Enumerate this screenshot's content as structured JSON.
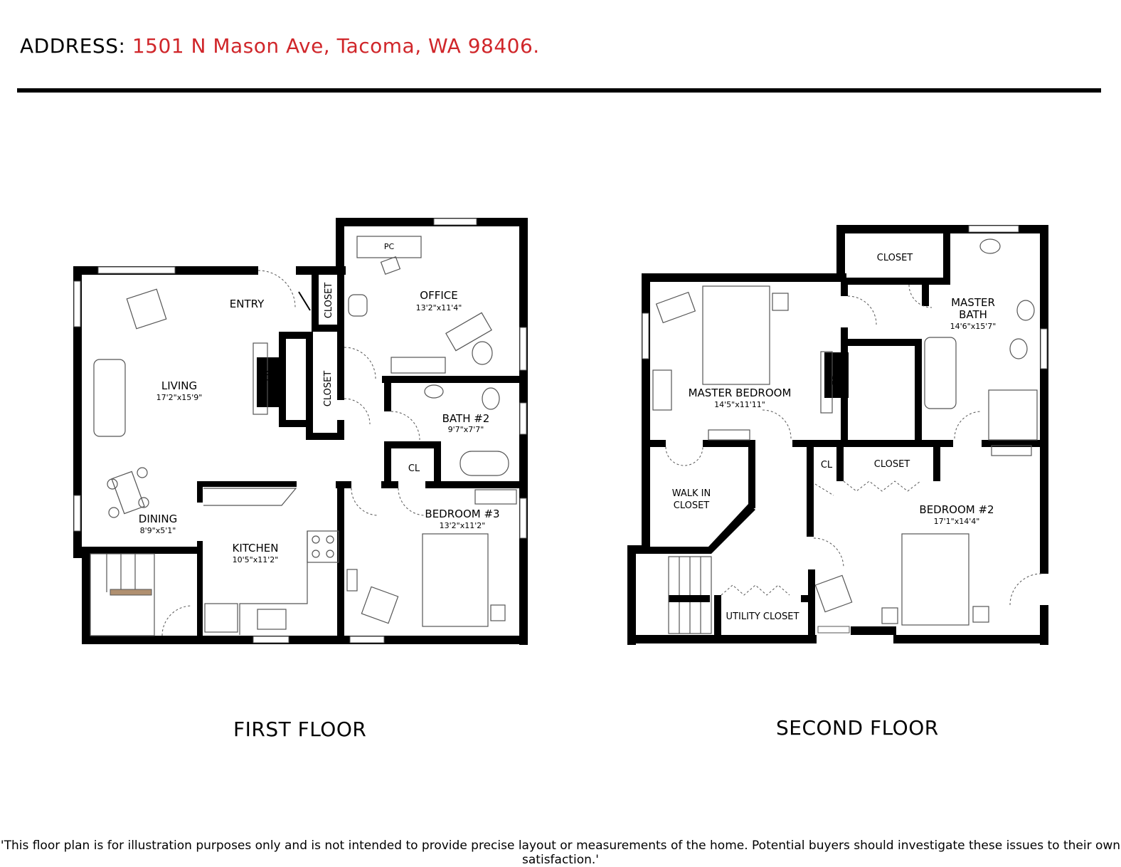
{
  "header": {
    "address_label": "ADDRESS:",
    "address_value": "1501 N Mason Ave, Tacoma, WA 98406.",
    "address_color": "#d0262a"
  },
  "first_floor": {
    "title": "FIRST FLOOR",
    "rooms": {
      "entry": {
        "name": "ENTRY"
      },
      "closet_a": {
        "name": "CLOSET"
      },
      "closet_b": {
        "name": "CLOSET"
      },
      "office": {
        "name": "OFFICE",
        "dim": "13'2\"x11'4\""
      },
      "living": {
        "name": "LIVING",
        "dim": "17'2\"x15'9\""
      },
      "fp": {
        "name": "FP"
      },
      "bath2": {
        "name": "BATH #2",
        "dim": "9'7\"x7'7\""
      },
      "cl": {
        "name": "CL"
      },
      "dining": {
        "name": "DINING",
        "dim": "8'9\"x5'1\""
      },
      "kitchen": {
        "name": "KITCHEN",
        "dim": "10'5\"x11'2\""
      },
      "bedroom3": {
        "name": "BEDROOM #3",
        "dim": "13'2\"x11'2\""
      },
      "pc": {
        "name": "PC"
      }
    }
  },
  "second_floor": {
    "title": "SECOND FLOOR",
    "rooms": {
      "closet_top": {
        "name": "CLOSET"
      },
      "master_bath": {
        "name_1": "MASTER",
        "name_2": "BATH",
        "dim": "14'6\"x15'7\""
      },
      "master_bedroom": {
        "name": "MASTER BEDROOM",
        "dim": "14'5\"x11'11\""
      },
      "fp": {
        "name": "FP"
      },
      "cl": {
        "name": "CL"
      },
      "closet_mid": {
        "name": "CLOSET"
      },
      "walk_in": {
        "name_1": "WALK IN",
        "name_2": "CLOSET"
      },
      "bedroom2": {
        "name": "BEDROOM #2",
        "dim": "17'1\"x14'4\""
      },
      "utility": {
        "name": "UTILITY CLOSET"
      }
    }
  },
  "disclaimer": "'This floor plan is for illustration purposes only and is not intended to provide precise layout or measurements of the home. Potential buyers should investigate these issues to their own satisfaction.'"
}
